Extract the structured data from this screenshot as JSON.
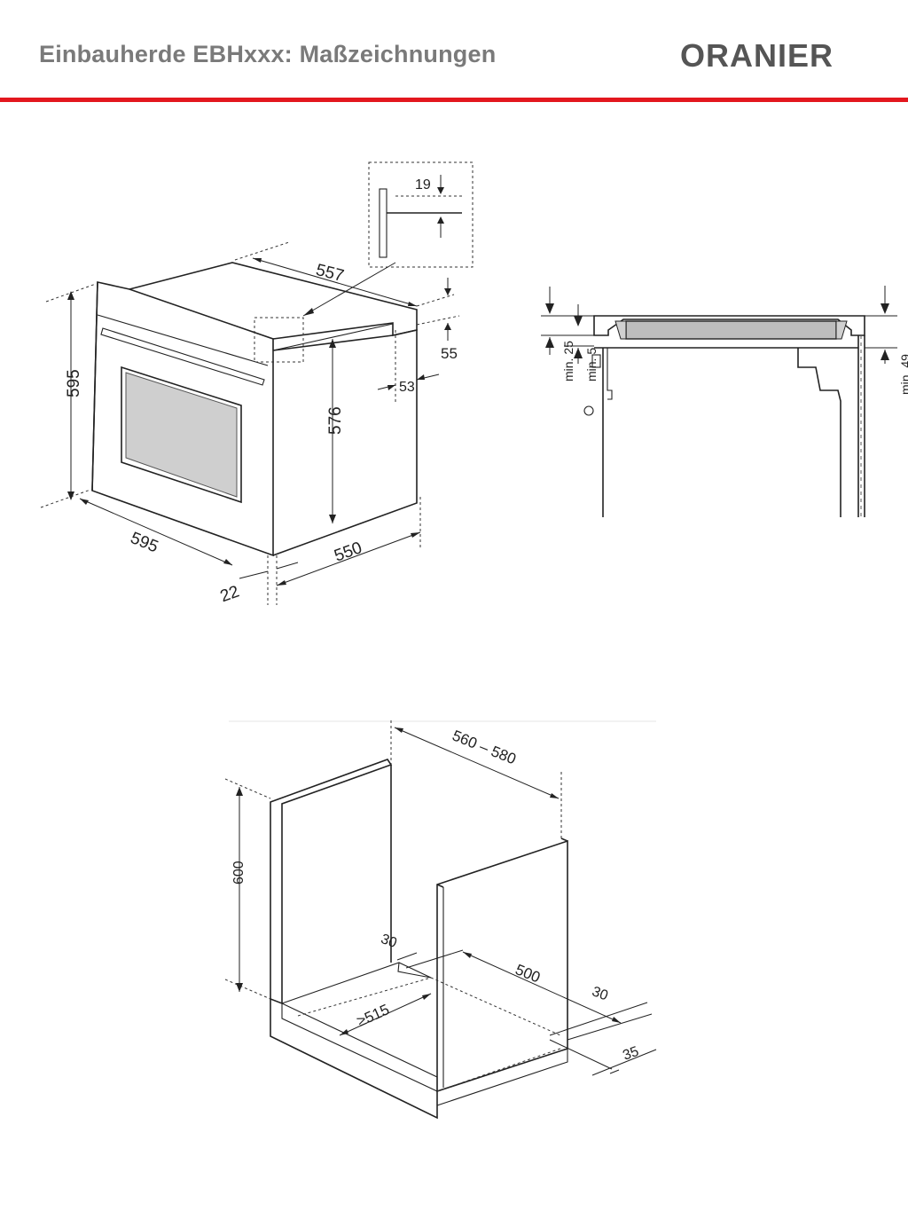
{
  "header": {
    "title": "Einbauherde EBHxxx: Maßzeichnungen",
    "logo": "ORANIER",
    "accent_color": "#e3171e"
  },
  "oven": {
    "dims": {
      "depth_top": "557",
      "height_front": "595",
      "width_front": "595",
      "body_height": "576",
      "body_depth": "550",
      "front_thickness": "22",
      "rear_offset": "55",
      "side_offset": "53",
      "detail_gap": "19"
    }
  },
  "hob_section": {
    "labels": {
      "min25": "min. 25",
      "min5": "min. 5",
      "min49": "min. 49"
    }
  },
  "cabinet": {
    "dims": {
      "width": "560 – 580",
      "height": "600",
      "opening_left": "30",
      "depth_inner": "500",
      "depth_min": "≥515",
      "back_30": "30",
      "back_35": "35"
    }
  }
}
